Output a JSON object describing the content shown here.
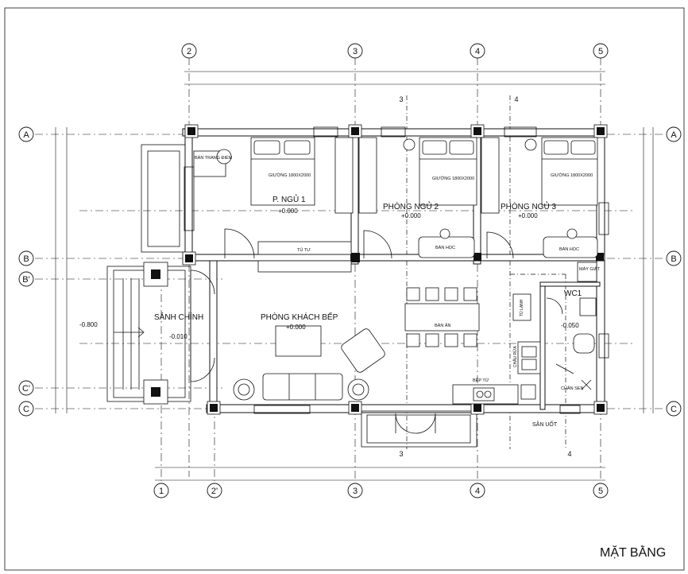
{
  "title": "MẶT BẰNG",
  "grid_axes": {
    "top": [
      "2",
      "3",
      "4",
      "5"
    ],
    "bottom": [
      "1",
      "2'",
      "3",
      "4",
      "5"
    ],
    "left": [
      "A",
      "B",
      "B'",
      "C'",
      "C"
    ],
    "right": [
      "A",
      "B",
      "C"
    ]
  },
  "rooms": {
    "bed1": "P. NGỦ 1",
    "bed2": "PHÒNG NGỦ 2",
    "bed3": "PHÒNG NGỦ 3",
    "living": "PHÒNG KHÁCH BẾP",
    "hall": "SẢNH CHÍNH",
    "wc": "WC1",
    "yard": "SÂN UỐT"
  },
  "levels": {
    "bed1": "+0.000",
    "bed2": "+0.000",
    "bed3": "+0.000",
    "living": "+0.000",
    "hall": "-0.010",
    "porch": "-0.800",
    "wc": "-0.050"
  },
  "furniture": {
    "dresser": "BÀN TRANG ĐIỂM",
    "bed": "GIƯỜNG 1800X2000",
    "desk": "BÀN HỌC",
    "wardrobe": "TỦ TƯ",
    "dining": "BÀN ĂN",
    "washer": "MÁY GIẶT",
    "fridge": "TỦ LẠNH",
    "kitchen": "BẾP TỪ",
    "sink": "CHẬU RỬA",
    "shower": "CHÂN SEN"
  },
  "section_marks": {
    "a": "3",
    "b": "4"
  }
}
